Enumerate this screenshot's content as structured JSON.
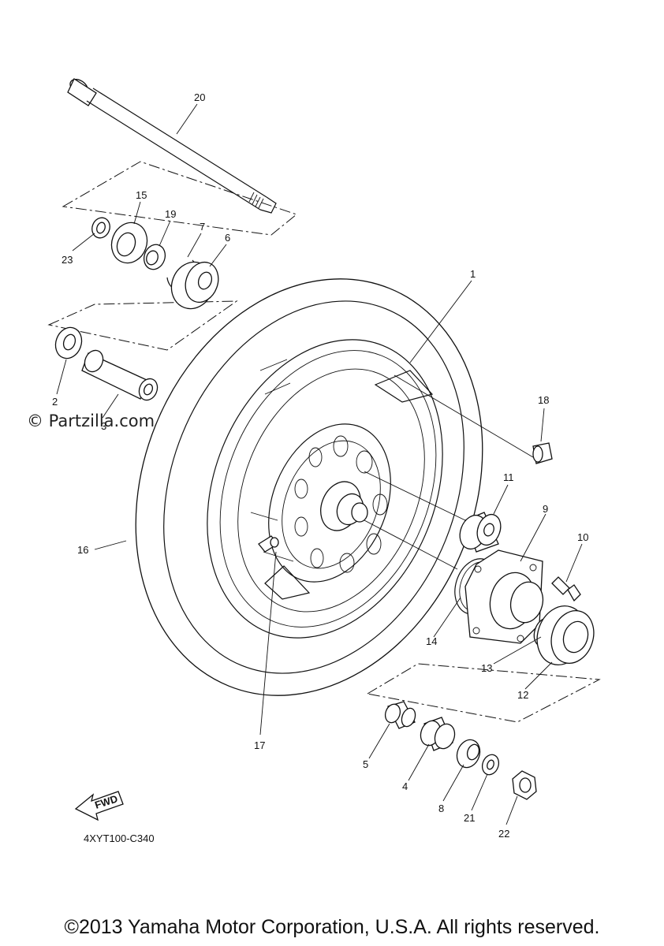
{
  "watermark": "© Partzilla.com",
  "diagram_code": "4XYT100-C340",
  "copyright": "©2013 Yamaha Motor Corporation, U.S.A. All rights reserved.",
  "fwd_label": "FWD",
  "callouts": {
    "p1": "1",
    "p2": "2",
    "p3": "3",
    "p4": "4",
    "p5": "5",
    "p6": "6",
    "p7": "7",
    "p8": "8",
    "p9": "9",
    "p10": "10",
    "p11": "11",
    "p12": "12",
    "p13": "13",
    "p14": "14",
    "p15": "15",
    "p16": "16",
    "p17": "17",
    "p18": "18",
    "p19": "19",
    "p20": "20",
    "p21": "21",
    "p22": "22",
    "p23": "23"
  }
}
